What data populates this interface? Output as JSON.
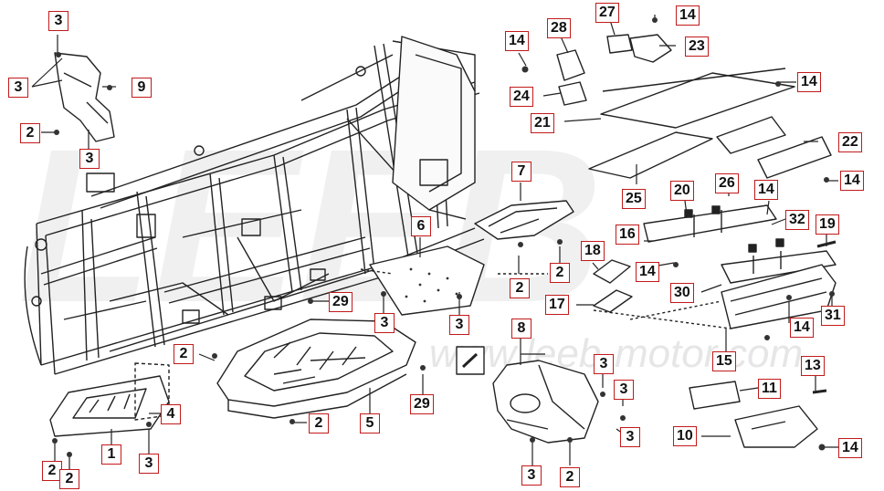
{
  "watermark": {
    "brand": "LEEB",
    "url": "www.leeb-motor.com"
  },
  "callouts": [
    {
      "id": "c1",
      "text": "3"
    },
    {
      "id": "c2",
      "text": "3"
    },
    {
      "id": "c3",
      "text": "9"
    },
    {
      "id": "c4",
      "text": "2"
    },
    {
      "id": "c5",
      "text": "3"
    },
    {
      "id": "c6",
      "text": "14"
    },
    {
      "id": "c7",
      "text": "28"
    },
    {
      "id": "c8",
      "text": "27"
    },
    {
      "id": "c9",
      "text": "14"
    },
    {
      "id": "c10",
      "text": "23"
    },
    {
      "id": "c11",
      "text": "24"
    },
    {
      "id": "c12",
      "text": "14"
    },
    {
      "id": "c13",
      "text": "21"
    },
    {
      "id": "c14",
      "text": "22"
    },
    {
      "id": "c15",
      "text": "14"
    },
    {
      "id": "c16",
      "text": "7"
    },
    {
      "id": "c17",
      "text": "25"
    },
    {
      "id": "c18",
      "text": "26"
    },
    {
      "id": "c19",
      "text": "20"
    },
    {
      "id": "c20",
      "text": "14"
    },
    {
      "id": "c21",
      "text": "32"
    },
    {
      "id": "c22",
      "text": "19"
    },
    {
      "id": "c23",
      "text": "16"
    },
    {
      "id": "c24",
      "text": "6"
    },
    {
      "id": "c25",
      "text": "18"
    },
    {
      "id": "c26",
      "text": "2"
    },
    {
      "id": "c27",
      "text": "14"
    },
    {
      "id": "c28",
      "text": "2"
    },
    {
      "id": "c29",
      "text": "30"
    },
    {
      "id": "c30",
      "text": "17"
    },
    {
      "id": "c31",
      "text": "29"
    },
    {
      "id": "c32",
      "text": "31"
    },
    {
      "id": "c33",
      "text": "3"
    },
    {
      "id": "c34",
      "text": "3"
    },
    {
      "id": "c35",
      "text": "14"
    },
    {
      "id": "c36",
      "text": "8"
    },
    {
      "id": "c37",
      "text": "2"
    },
    {
      "id": "c38",
      "text": "15"
    },
    {
      "id": "c39",
      "text": "3"
    },
    {
      "id": "c40",
      "text": "3"
    },
    {
      "id": "c41",
      "text": "13"
    },
    {
      "id": "c42",
      "text": "29"
    },
    {
      "id": "c43",
      "text": "11"
    },
    {
      "id": "c44",
      "text": "4"
    },
    {
      "id": "c45",
      "text": "2"
    },
    {
      "id": "c46",
      "text": "5"
    },
    {
      "id": "c47",
      "text": "3"
    },
    {
      "id": "c48",
      "text": "10"
    },
    {
      "id": "c49",
      "text": "1"
    },
    {
      "id": "c50",
      "text": "3"
    },
    {
      "id": "c51",
      "text": "14"
    },
    {
      "id": "c52",
      "text": "2"
    },
    {
      "id": "c53",
      "text": "2"
    },
    {
      "id": "c54",
      "text": "3"
    },
    {
      "id": "c55",
      "text": "2"
    }
  ]
}
